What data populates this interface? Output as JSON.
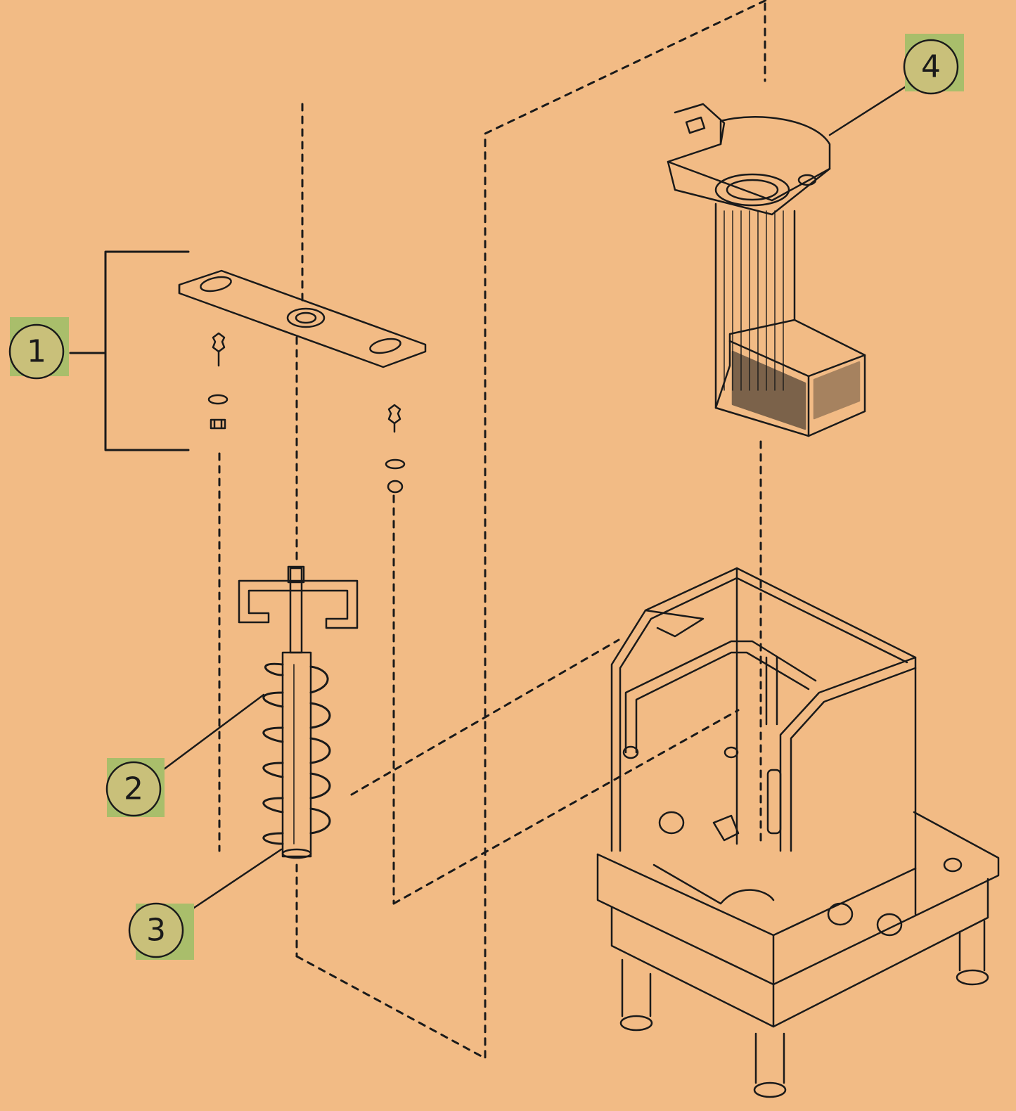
{
  "colors": {
    "background": "#F2BB85",
    "line": "#1a1a1a",
    "callout_fill": "#C9C07A",
    "callout_box": "#A9BE6B"
  },
  "callouts": [
    {
      "label": "1",
      "part": "mounting-bar-assembly"
    },
    {
      "label": "2",
      "part": "auger-flight"
    },
    {
      "label": "3",
      "part": "auger-shaft"
    },
    {
      "label": "4",
      "part": "auger-chute-housing"
    }
  ]
}
